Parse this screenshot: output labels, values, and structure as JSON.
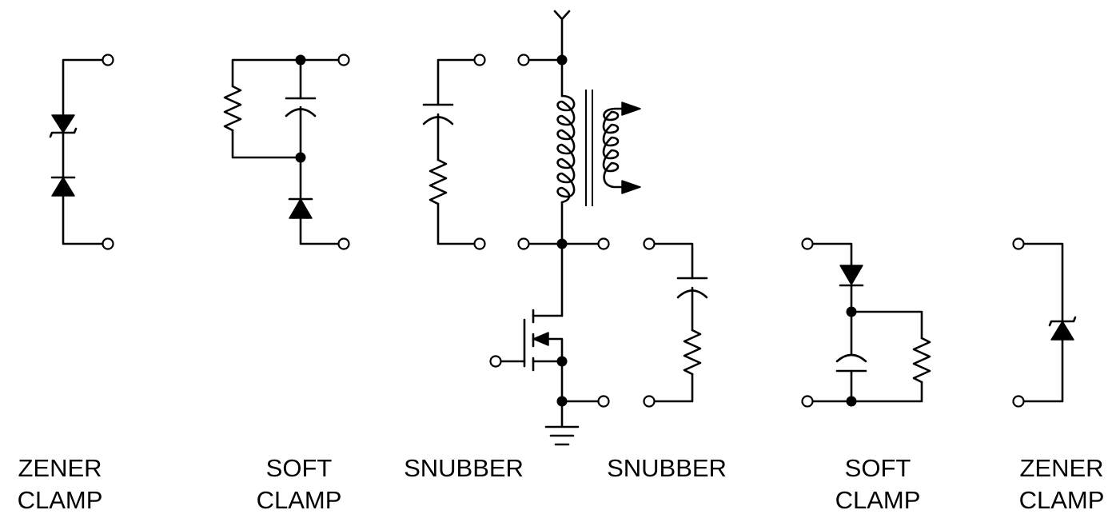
{
  "captions": [
    {
      "line1": "ZENER",
      "line2": "CLAMP"
    },
    {
      "line1": "SOFT",
      "line2": "CLAMP"
    },
    {
      "line1": "SNUBBER",
      "line2": ""
    },
    {
      "line1": "SNUBBER",
      "line2": ""
    },
    {
      "line1": "SOFT",
      "line2": "CLAMP"
    },
    {
      "line1": "ZENER",
      "line2": "CLAMP"
    }
  ]
}
